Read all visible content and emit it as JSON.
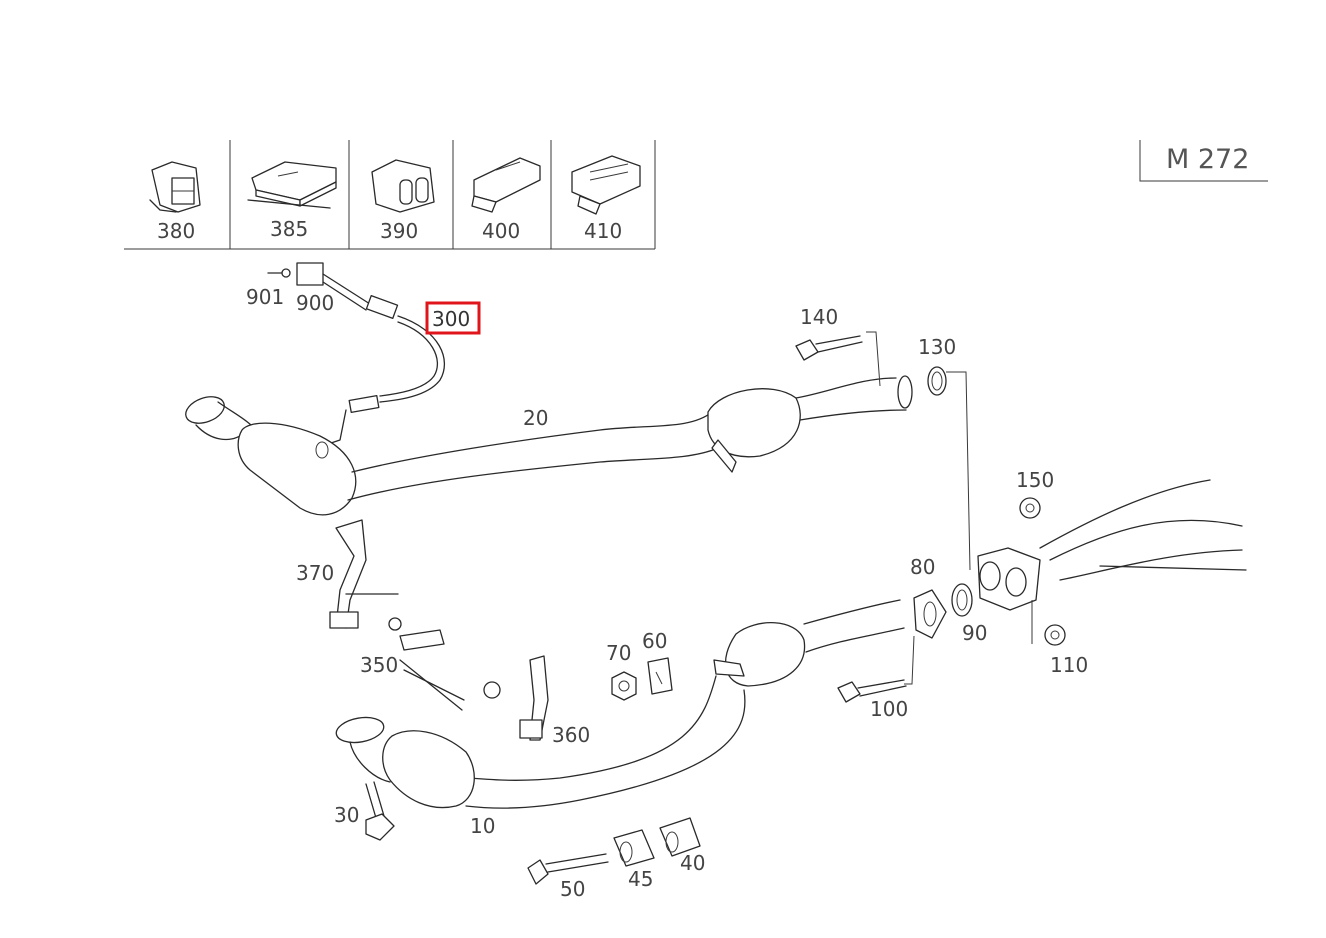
{
  "engine_code": "M 272",
  "clip_variants": [
    "380",
    "385",
    "390",
    "400",
    "410"
  ],
  "labels": {
    "p901": "901",
    "p900": "900",
    "p300": "300",
    "p140": "140",
    "p130": "130",
    "p20": "20",
    "p150": "150",
    "p80": "80",
    "p90": "90",
    "p110": "110",
    "p370": "370",
    "p350": "350",
    "p70": "70",
    "p60": "60",
    "p360": "360",
    "p100": "100",
    "p30": "30",
    "p10": "10",
    "p50": "50",
    "p45": "45",
    "p40": "40"
  },
  "highlight": {
    "part": "300",
    "color": "#e0151b"
  }
}
